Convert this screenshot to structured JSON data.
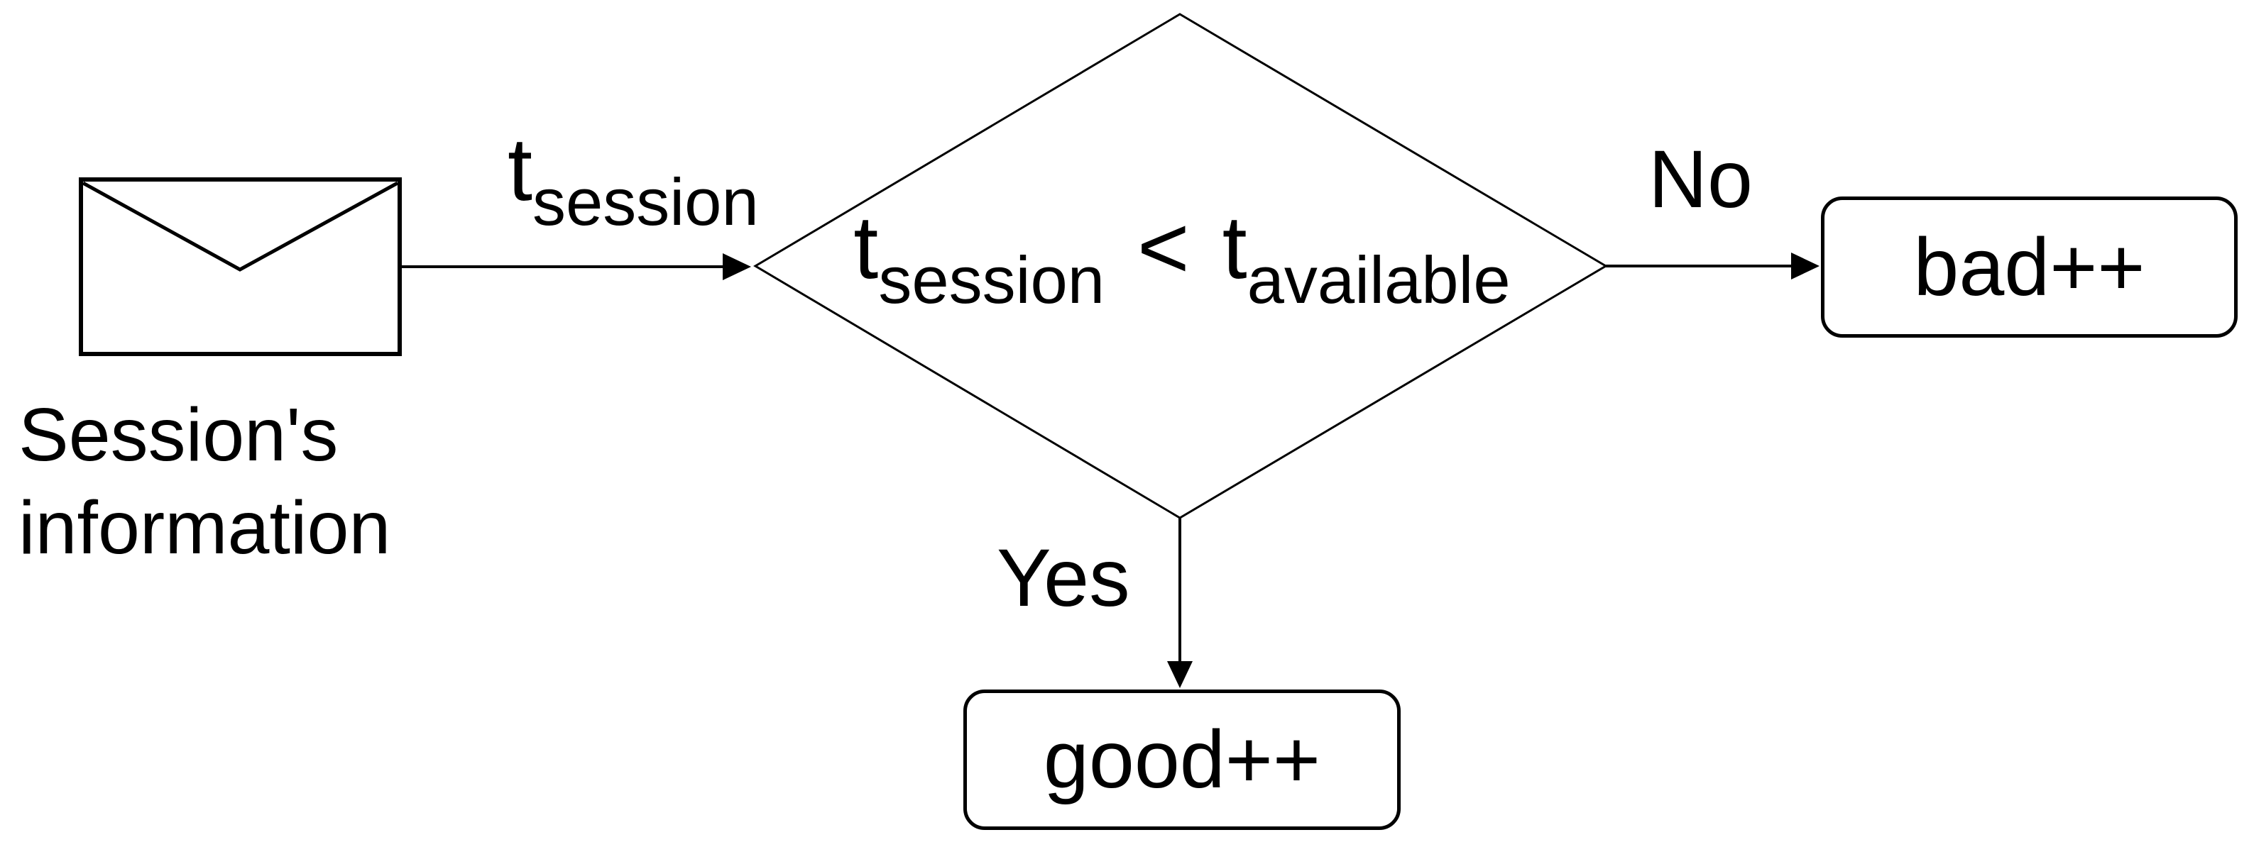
{
  "diagram": {
    "type": "flowchart",
    "background_color": "#ffffff",
    "ink_color": "#000000",
    "nodes": {
      "input": {
        "icon": "envelope-icon",
        "label": "Session's information",
        "shape": "image"
      },
      "decision": {
        "shape": "diamond",
        "expr_left_base": "t",
        "expr_left_sub": "session",
        "expr_operator": "<",
        "expr_right_base": "t",
        "expr_right_sub": "available"
      },
      "bad": {
        "shape": "rounded-rect",
        "label": "bad++"
      },
      "good": {
        "shape": "rounded-rect",
        "label": "good++"
      }
    },
    "edges": {
      "input_to_decision": {
        "label_base": "t",
        "label_sub": "session"
      },
      "decision_no": {
        "label": "No",
        "target": "bad"
      },
      "decision_yes": {
        "label": "Yes",
        "target": "good"
      }
    }
  }
}
